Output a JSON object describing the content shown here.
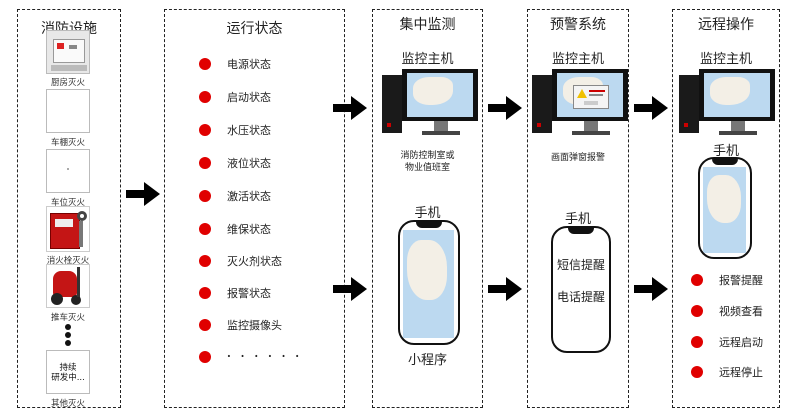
{
  "panel_facilities": {
    "title": "消防设施",
    "items": [
      {
        "label": "厨房灭火"
      },
      {
        "label": "车棚灭火"
      },
      {
        "label": "车位灭火"
      },
      {
        "label": "消火栓灭火"
      },
      {
        "label": "推车灭火"
      }
    ],
    "ongoing_text_line1": "持续",
    "ongoing_text_line2": "研发中...",
    "other_label": "其他灭火"
  },
  "panel_status": {
    "title": "运行状态",
    "items": [
      "电源状态",
      "启动状态",
      "水压状态",
      "液位状态",
      "激活状态",
      "维保状态",
      "灭火剂状态",
      "报警状态",
      "监控摄像头",
      "· · · · · ·"
    ]
  },
  "panel_monitor": {
    "title": "集中监测",
    "host_label": "监控主机",
    "host_caption_line1": "消防控制室或",
    "host_caption_line2": "物业值班室",
    "phone_label": "手机",
    "miniapp_label": "小程序"
  },
  "panel_alert": {
    "title": "预警系统",
    "host_label": "监控主机",
    "host_caption": "画面弹窗报警",
    "phone_label": "手机",
    "sms_label": "短信提醒",
    "call_label": "电话提醒"
  },
  "panel_remote": {
    "title": "远程操作",
    "host_label": "监控主机",
    "phone_label": "手机",
    "items": [
      "报警提醒",
      "视频查看",
      "远程启动",
      "远程停止"
    ]
  },
  "colors": {
    "bullet": "#e00000",
    "map_water": "#bcd9f0",
    "map_land": "#f3efe6",
    "arrow": "#000000"
  }
}
